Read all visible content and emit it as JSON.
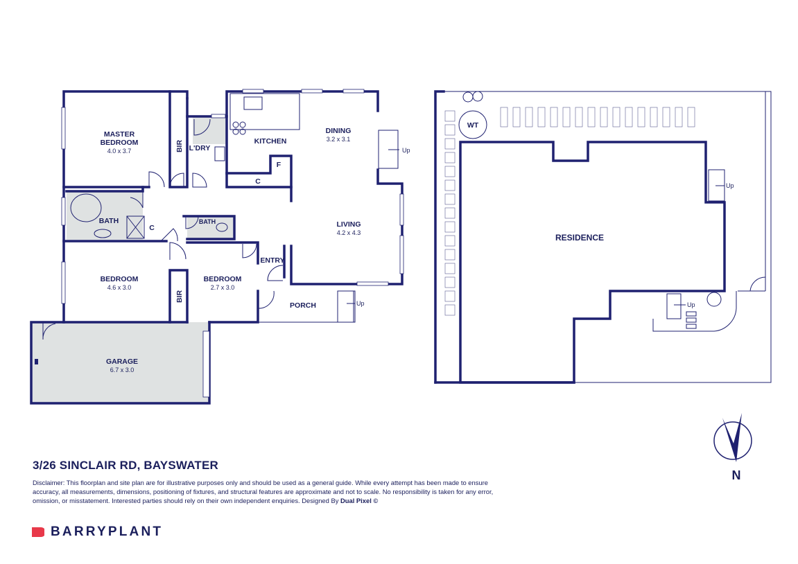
{
  "rooms": {
    "master_bedroom": {
      "name_line1": "MASTER",
      "name_line2": "BEDROOM",
      "size": "4.0 x 3.7"
    },
    "bir_top": "BIR",
    "laundry": "L'DRY",
    "kitchen": "KITCHEN",
    "fridge": "F",
    "cupboard_kitchen": "C",
    "dining": {
      "name": "DINING",
      "size": "3.2 x 3.1"
    },
    "bath_main": "BATH",
    "cupboard_hall": "C",
    "bath_small": "BATH",
    "living": {
      "name": "LIVING",
      "size": "4.2 x 4.3"
    },
    "entry": "ENTRY",
    "bedroom_1": {
      "name": "BEDROOM",
      "size": "4.6 x 3.0"
    },
    "bir_bottom": "BIR",
    "bedroom_2": {
      "name": "BEDROOM",
      "size": "2.7 x 3.0"
    },
    "porch": "PORCH",
    "garage": {
      "name": "GARAGE",
      "size": "6.7 x 3.0"
    }
  },
  "stairs": {
    "dining_up": "Up",
    "porch_up": "Up",
    "site_right_up": "Up",
    "site_bottom_up": "Up"
  },
  "site": {
    "residence": "RESIDENCE",
    "water_tank": "WT"
  },
  "compass": {
    "label": "N"
  },
  "address": "3/26 SINCLAIR RD, BAYSWATER",
  "disclaimer": {
    "text": "Disclaimer: This floorplan and site plan are for illustrative purposes only and should be used as a general guide. While every attempt has been made to ensure accuracy, all measurements, dimensions, positioning of fixtures, and structural features are approximate and not to scale. No responsibility is taken for any error, omission, or misstatement. Interested parties should rely on their own independent enquiries. Designed By ",
    "designer": "Dual Pixel ©"
  },
  "brand": {
    "name": "BARRYPLANT",
    "color": "#e8394a"
  },
  "colors": {
    "wall": "#1f2170",
    "text": "#1b1f5c",
    "shaded_floor": "#dfe2e2"
  }
}
